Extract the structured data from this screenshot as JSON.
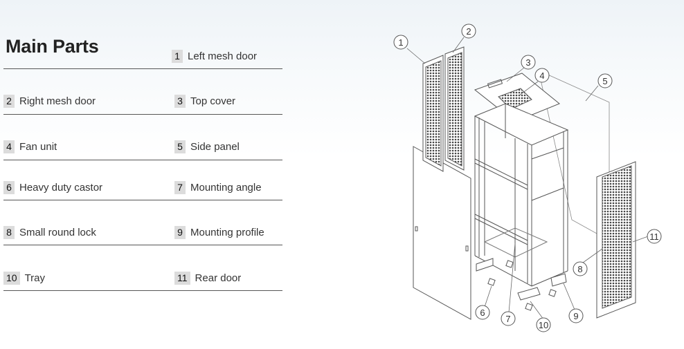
{
  "title": "Main Parts",
  "parts": [
    {
      "num": "1",
      "label": "Left mesh door"
    },
    {
      "num": "2",
      "label": "Right mesh door"
    },
    {
      "num": "3",
      "label": "Top cover"
    },
    {
      "num": "4",
      "label": "Fan unit"
    },
    {
      "num": "5",
      "label": "Side panel"
    },
    {
      "num": "6",
      "label": "Heavy duty castor"
    },
    {
      "num": "7",
      "label": "Mounting angle"
    },
    {
      "num": "8",
      "label": "Small round lock"
    },
    {
      "num": "9",
      "label": "Mounting profile"
    },
    {
      "num": "10",
      "label": "Tray"
    },
    {
      "num": "11",
      "label": "Rear door"
    }
  ],
  "callouts": [
    "1",
    "2",
    "3",
    "4",
    "5",
    "6",
    "7",
    "8",
    "9",
    "10",
    "11"
  ],
  "colors": {
    "text": "#222222",
    "badge": "#dcdcdc",
    "rule": "#555555",
    "line": "#555555"
  }
}
